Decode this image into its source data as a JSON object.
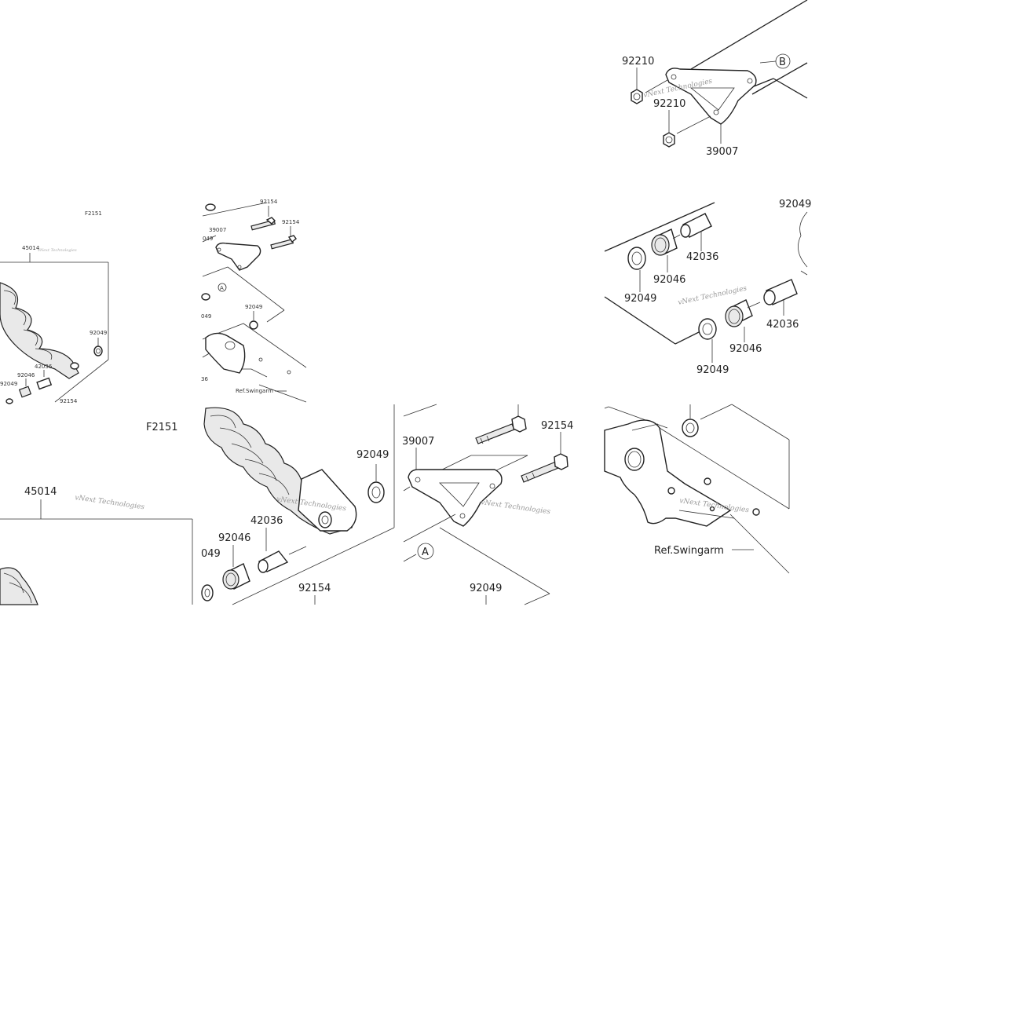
{
  "figure_code": "F2151",
  "reference_label": "Ref.Swingarm",
  "watermark": "vNext Technologies",
  "callouts": {
    "A": "A",
    "B": "B"
  },
  "part_numbers": {
    "shock_absorber": "45014",
    "bracket": "39007",
    "bolt": "92154",
    "seal": "92049",
    "bearing": "92046",
    "collar": "42036",
    "nut": "92210"
  },
  "overview_labels": {
    "shock_absorber": "45014",
    "bracket": "39007",
    "bolt_top": "92154",
    "bolt": "92154",
    "seal_left": "92049",
    "seal_right": "92049",
    "seal_lower": "92049",
    "bearing": "92046",
    "collar": "42036",
    "bolt_bottom": "92154",
    "seal_partial": "049",
    "collar_partial": "36"
  },
  "panels": {
    "nut_detail": {
      "labels": [
        "92210",
        "92210",
        "39007"
      ]
    },
    "bearing_detail": {
      "labels": [
        "92049",
        "42036",
        "92046",
        "92049",
        "42036",
        "92046",
        "92049"
      ]
    },
    "shock_detail": {
      "labels": [
        "F2151",
        "45014",
        "92049",
        "42036",
        "92046",
        "049",
        "92154"
      ]
    },
    "bracket_detail": {
      "labels": [
        "39007",
        "92154",
        "92049"
      ]
    },
    "swingarm_detail": {
      "labels": [
        "Ref.Swingarm"
      ]
    }
  }
}
